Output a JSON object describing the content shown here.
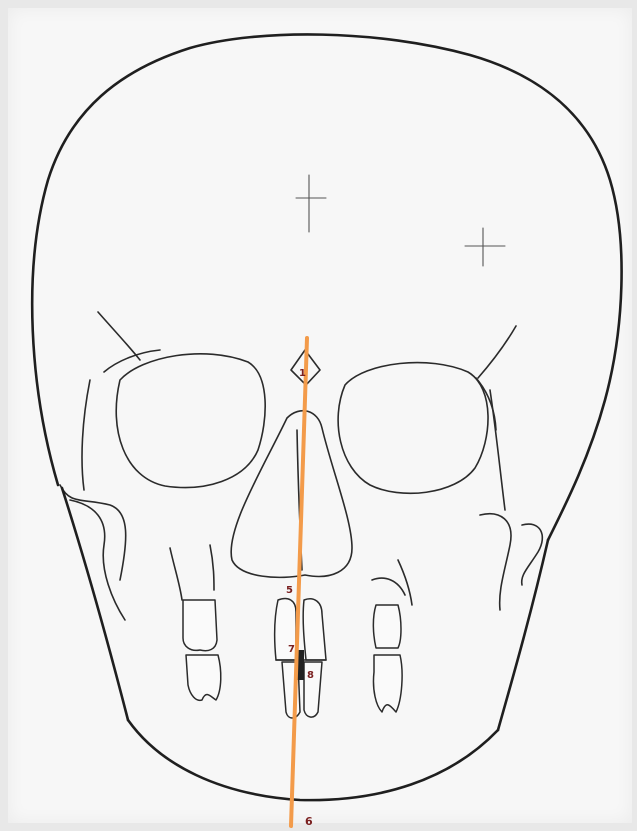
{
  "figure": {
    "landmarks": [
      "1",
      "5",
      "7",
      "8",
      "6"
    ],
    "colors": {
      "midline": "#f39b4a",
      "outline": "#2b2b2b",
      "marker": "#7a2020"
    }
  }
}
